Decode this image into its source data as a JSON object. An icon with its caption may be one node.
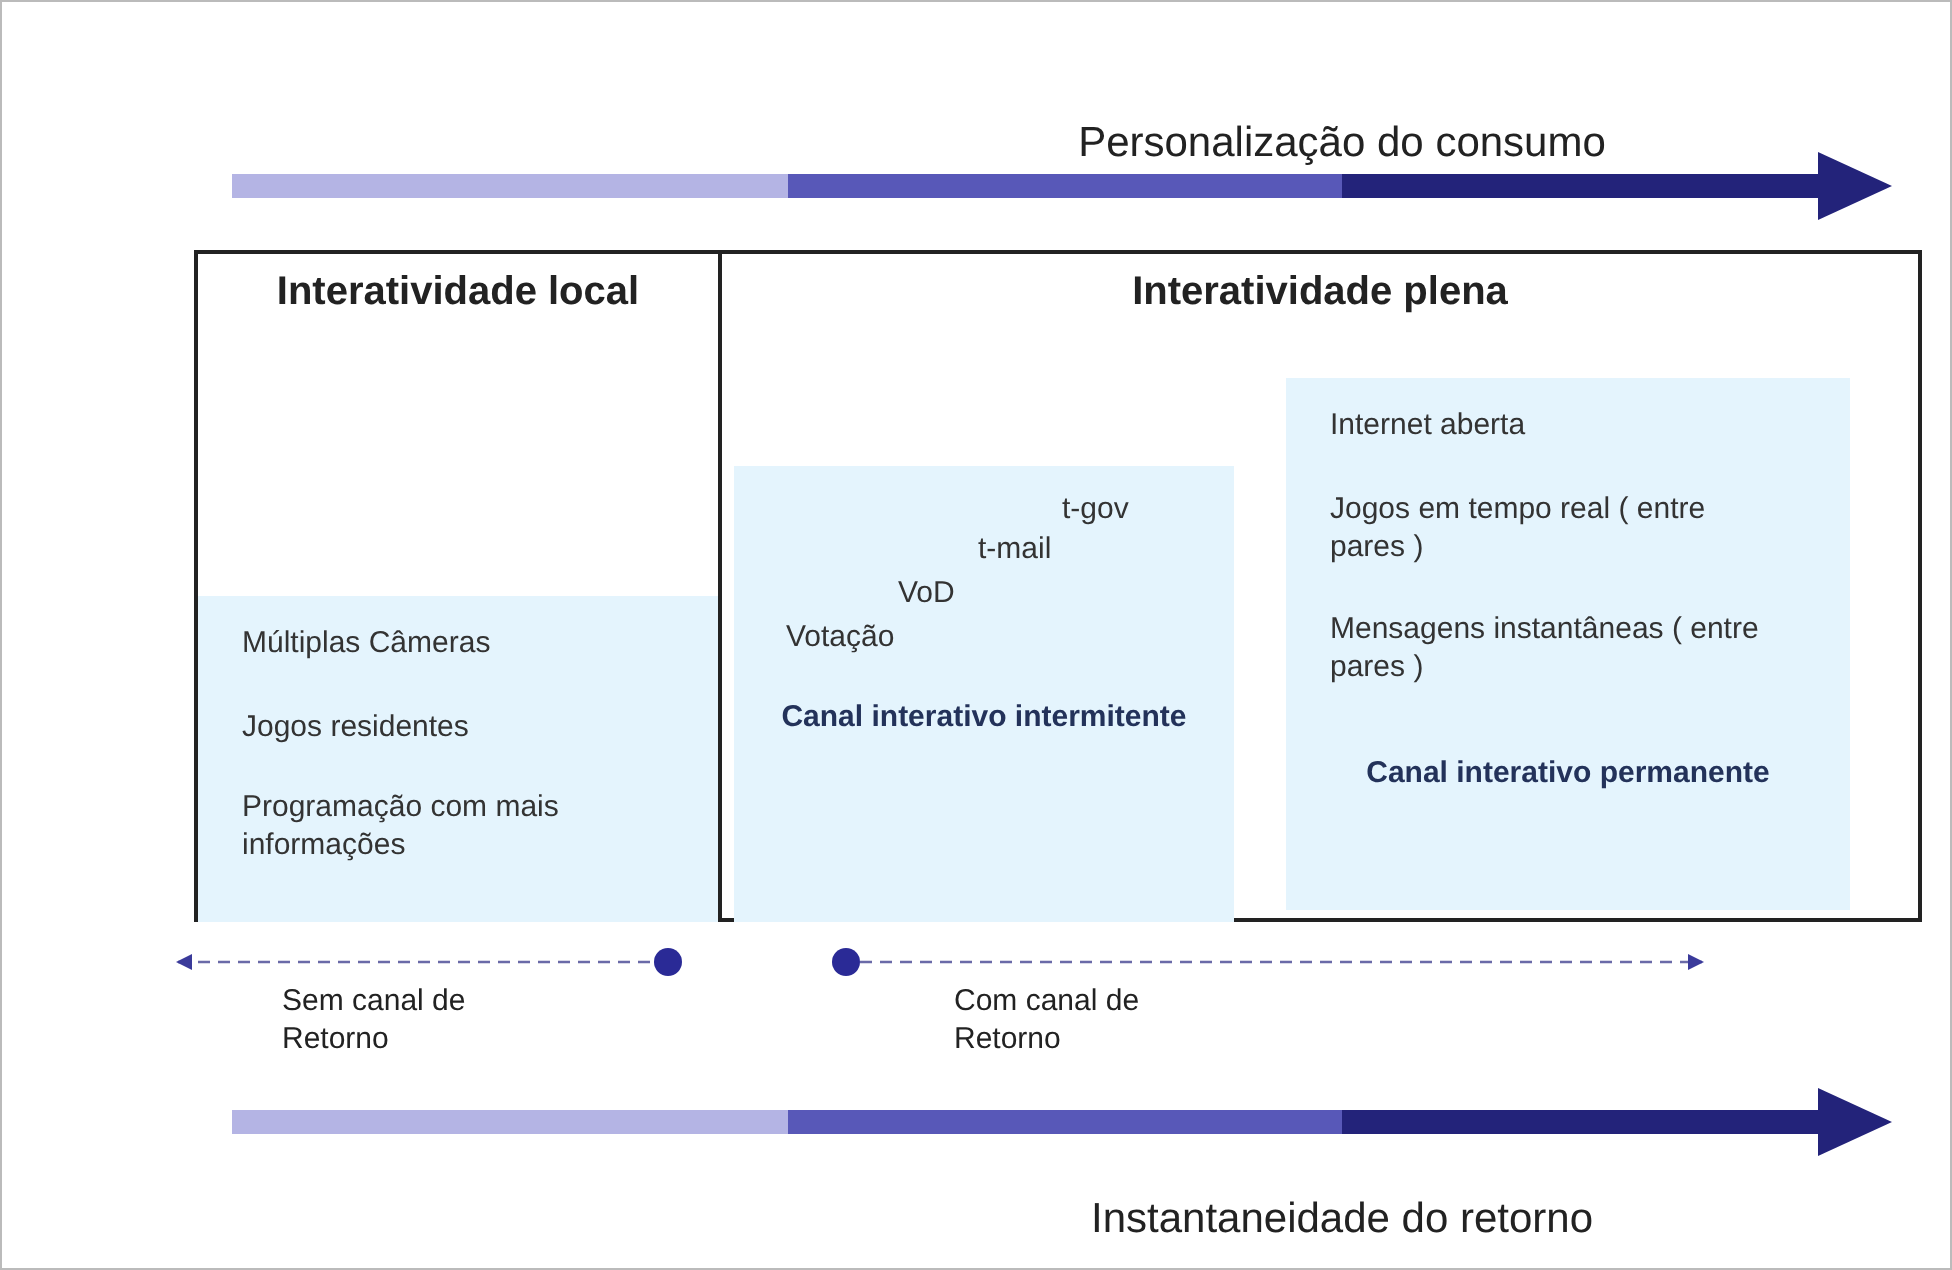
{
  "diagram": {
    "nodes": [
      {
        "text": [
          "Interatividade local"
        ]
      },
      {
        "text": [
          "Interatividade plena"
        ]
      },
      {
        "text": [
          "Múltiplas Câmeras",
          "Jogos residentes",
          "Programação com mais informações"
        ],
        "in": 0
      },
      {
        "text": [
          "t-gov",
          "t-mail",
          "VoD",
          "Votação",
          "Canal interativo intermitente"
        ],
        "in": 1
      },
      {
        "text": [
          "Internet aberta",
          "Jogos em tempo real ( entre pares )",
          "Mensagens instantâneas ( entre pares )",
          "Canal interativo permanente"
        ],
        "in": 1
      }
    ],
    "labels": [
      "Personalização do consumo",
      "Sem canal de Retorno",
      "Com canal de Retorno",
      "Instantaneidade do retorno"
    ]
  }
}
